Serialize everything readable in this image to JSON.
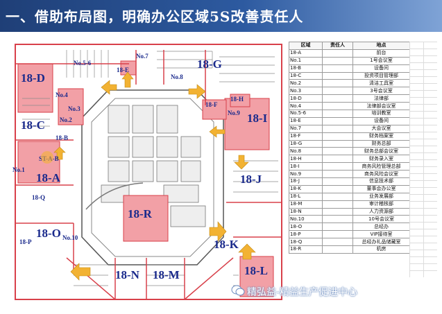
{
  "title": "一、借助布局图，明确办公区域5S改善责任人",
  "watermark": "精弘益-精益生产促进中心",
  "zones": {
    "z18D": "18-D",
    "z18C": "18-C",
    "z18A": "18-A",
    "no1": "No.1",
    "z18O": "18-O",
    "z18P": "18-P",
    "no10": "No.10",
    "z18N": "18-N",
    "z18M": "18-M",
    "z18R": "18-R",
    "z18K": "18-K",
    "z18L": "18-L",
    "z18J": "18-J",
    "z18I": "18-I",
    "z18G": "18-G",
    "no7": "No.7",
    "no56": "No.5-6",
    "z18E": "18-E",
    "no8": "No.8",
    "z18H": "18-H",
    "z18F": "18-F",
    "no9": "No.9",
    "no4": "No.4",
    "no3": "No.3",
    "no2": "No.2",
    "z18B": "18-B",
    "z18Q": "18-Q",
    "star": "ST-A-B"
  },
  "table": {
    "headers": [
      "区域",
      "责任人",
      "地点"
    ],
    "rows": [
      [
        "18-A",
        "",
        "前台"
      ],
      [
        "No.1",
        "",
        "1号会议室"
      ],
      [
        "18-B",
        "",
        "设备间"
      ],
      [
        "18-C",
        "",
        "投资项目管理部"
      ],
      [
        "No.2",
        "",
        "清洁工具室"
      ],
      [
        "No.3",
        "",
        "3号会议室"
      ],
      [
        "18-D",
        "",
        "法律部"
      ],
      [
        "No.4",
        "",
        "法律部会议室"
      ],
      [
        "No.5-6",
        "",
        "培训教室"
      ],
      [
        "18-E",
        "",
        "设备间"
      ],
      [
        "No.7",
        "",
        "大会议室"
      ],
      [
        "18-F",
        "",
        "财务档案室"
      ],
      [
        "18-G",
        "",
        "财务总部"
      ],
      [
        "No.8",
        "",
        "财务总部会议室"
      ],
      [
        "18-H",
        "",
        "财务录入室"
      ],
      [
        "18-I",
        "",
        "商务风险管理总部"
      ],
      [
        "No.9",
        "",
        "商务风险会议室"
      ],
      [
        "18-J",
        "",
        "信息技术部"
      ],
      [
        "18-K",
        "",
        "董事会办公室"
      ],
      [
        "18-L",
        "",
        "业务发展部"
      ],
      [
        "18-M",
        "",
        "审计稽核部"
      ],
      [
        "18-N",
        "",
        "人力资源部"
      ],
      [
        "No.10",
        "",
        "10号会议室"
      ],
      [
        "18-O",
        "",
        "总经办"
      ],
      [
        "18-P",
        "",
        "VIP接待室"
      ],
      [
        "18-Q",
        "",
        "总经办礼品储藏室"
      ],
      [
        "18-R",
        "",
        "机房"
      ]
    ]
  },
  "colors": {
    "highlight": "#f2a0a6",
    "wall": "#d8404a",
    "label": "#1a2a8c",
    "arrow": "#f2b233",
    "title_bg": "#2d5aa0"
  }
}
